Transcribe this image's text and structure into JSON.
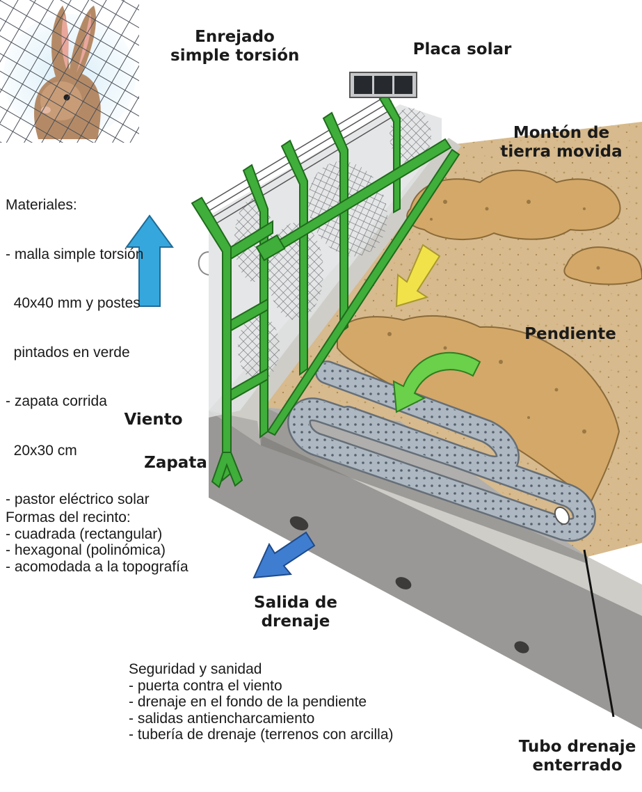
{
  "labels": {
    "enrejado": [
      "Enrejado",
      "simple torsión"
    ],
    "placa_solar": "Placa solar",
    "monton": [
      "Montón de",
      "tierra movida"
    ],
    "pendiente": "Pendiente",
    "viento": "Viento",
    "zapata": "Zapata",
    "salida": [
      "Salida de",
      "drenaje"
    ],
    "tubo": [
      "Tubo drenaje",
      "enterrado"
    ]
  },
  "notes": {
    "materiales": [
      "Materiales:",
      "- malla simple torsión",
      "  40x40 mm y postes",
      "  pintados en verde",
      "- zapata corrida",
      "  20x30 cm",
      "- pastor eléctrico solar"
    ],
    "formas": [
      "Formas del recinto:",
      "- cuadrada (rectangular)",
      "- hexagonal (polinómica)",
      "- acomodada a la topografía"
    ],
    "seguridad": [
      "Seguridad y sanidad",
      "- puerta contra el viento",
      "- drenaje en el fondo de la pendiente",
      "- salidas antiencharcamiento",
      "- tubería de drenaje (terrenos con arcilla)"
    ]
  },
  "colors": {
    "fence_green": "#3fae3a",
    "soil": "#d7ba8d",
    "concrete": "#9a9896",
    "wind_arrow": "#36a7dd",
    "slope_arrow": "#f2e24a"
  }
}
